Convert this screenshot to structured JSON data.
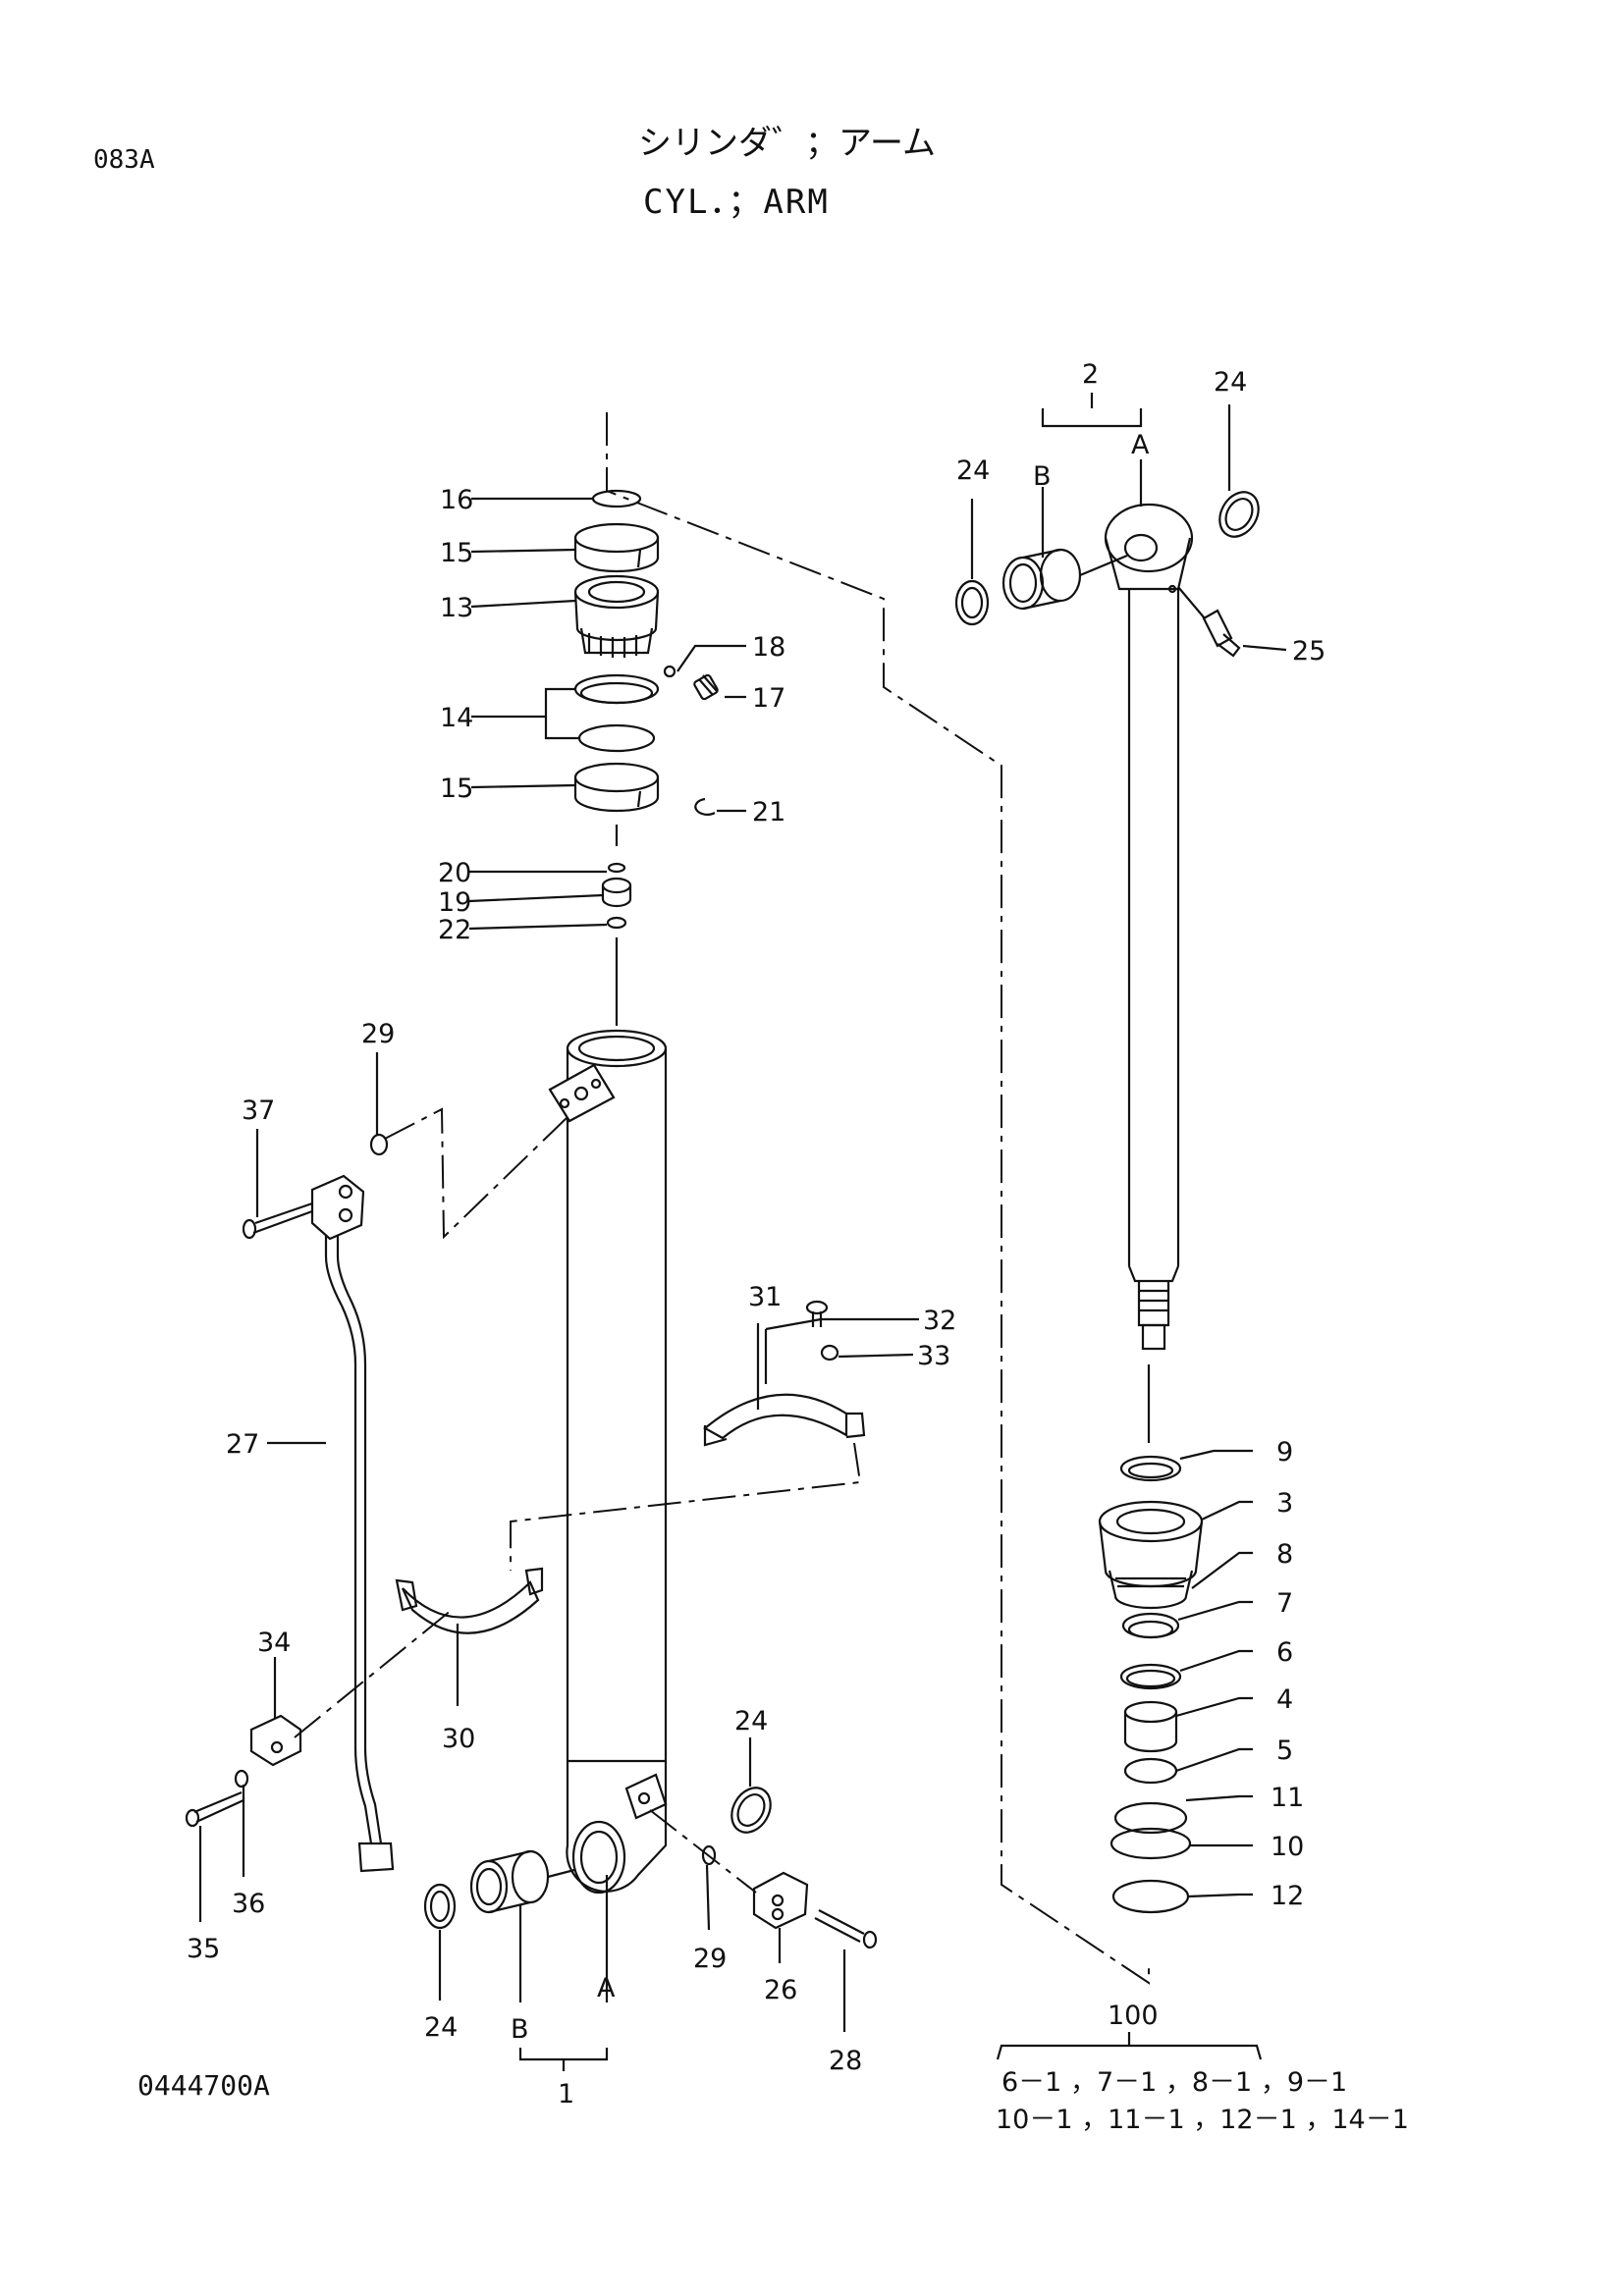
{
  "page_code": "083A",
  "title_jp": "シリンダ゛；アーム",
  "title_en": "CYL．；ARM",
  "drawing_number": "0444700A",
  "callouts": {
    "c1": "1",
    "c2": "2",
    "c3": "3",
    "c4": "4",
    "c5": "5",
    "c6": "6",
    "c7": "7",
    "c8": "8",
    "c9": "9",
    "c10": "10",
    "c11": "11",
    "c12": "12",
    "c13": "13",
    "c14": "14",
    "c15a": "15",
    "c15b": "15",
    "c16": "16",
    "c17": "17",
    "c18": "18",
    "c19": "19",
    "c20": "20",
    "c21": "21",
    "c22": "22",
    "c24a": "24",
    "c24b": "24",
    "c24c": "24",
    "c24d": "24",
    "c25": "25",
    "c26": "26",
    "c27": "27",
    "c28": "28",
    "c29a": "29",
    "c29b": "29",
    "c30": "30",
    "c31": "31",
    "c32": "32",
    "c33": "33",
    "c34": "34",
    "c35": "35",
    "c36": "36",
    "c37": "37",
    "rodA": "A",
    "rodB": "B",
    "tubeA": "A",
    "tubeB": "B",
    "c100": "100"
  },
  "kit_line1": "6－1 ，7－1 ，8－1 ，9－1",
  "kit_line2": "10－1 ，11－1 ，12－1 ，14－1"
}
